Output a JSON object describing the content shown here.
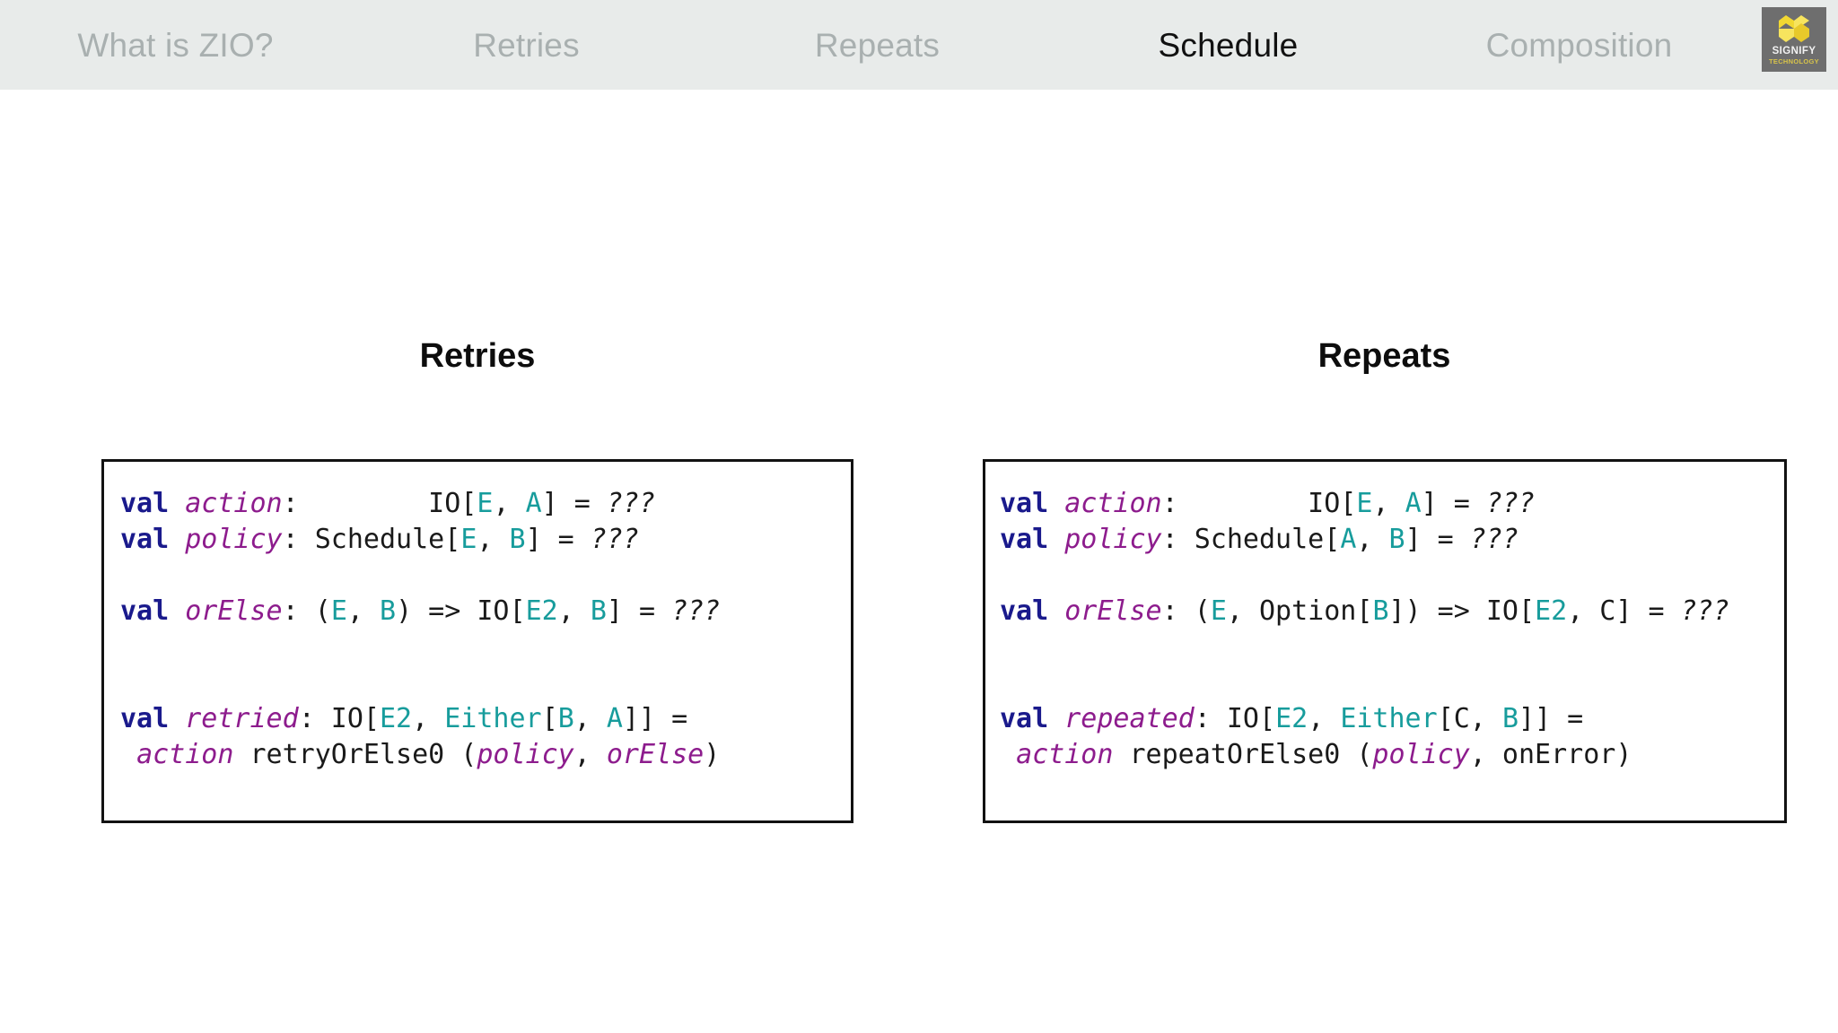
{
  "nav": {
    "items": [
      {
        "label": "What is ZIO?",
        "active": false
      },
      {
        "label": "Retries",
        "active": false
      },
      {
        "label": "Repeats",
        "active": false
      },
      {
        "label": "Schedule",
        "active": true
      },
      {
        "label": "Composition",
        "active": false
      }
    ]
  },
  "logo": {
    "icon": "signify-s-mark-icon",
    "name": "SIGNIFY",
    "subtitle": "TECHNOLOGY",
    "mark_color": "#f2d832",
    "mark_color_dark": "#d6b91e",
    "background": "#6e6e6e"
  },
  "colors": {
    "navbar_bg": "#e8ebea",
    "nav_inactive": "#a9b0b0",
    "nav_active": "#111111",
    "keyword": "#1a1a8c",
    "identifier": "#8d1c8d",
    "type_param": "#179c9c",
    "plain": "#1a1a1a",
    "box_border": "#121212",
    "page_bg": "#ffffff"
  },
  "columns": [
    {
      "heading": "Retries",
      "code_lines": [
        [
          {
            "t": "val",
            "c": "kw"
          },
          {
            "t": " ",
            "c": "pl"
          },
          {
            "t": "action",
            "c": "id"
          },
          {
            "t": ":        IO[",
            "c": "pl"
          },
          {
            "t": "E",
            "c": "tp"
          },
          {
            "t": ", ",
            "c": "pl"
          },
          {
            "t": "A",
            "c": "tp"
          },
          {
            "t": "] = ",
            "c": "pl"
          },
          {
            "t": "???",
            "c": "hole"
          }
        ],
        [
          {
            "t": "val",
            "c": "kw"
          },
          {
            "t": " ",
            "c": "pl"
          },
          {
            "t": "policy",
            "c": "id"
          },
          {
            "t": ": Schedule[",
            "c": "pl"
          },
          {
            "t": "E",
            "c": "tp"
          },
          {
            "t": ", ",
            "c": "pl"
          },
          {
            "t": "B",
            "c": "tp"
          },
          {
            "t": "] = ",
            "c": "pl"
          },
          {
            "t": "???",
            "c": "hole"
          }
        ],
        [],
        [
          {
            "t": "val",
            "c": "kw"
          },
          {
            "t": " ",
            "c": "pl"
          },
          {
            "t": "orElse",
            "c": "id"
          },
          {
            "t": ": (",
            "c": "pl"
          },
          {
            "t": "E",
            "c": "tp"
          },
          {
            "t": ", ",
            "c": "pl"
          },
          {
            "t": "B",
            "c": "tp"
          },
          {
            "t": ") => IO[",
            "c": "pl"
          },
          {
            "t": "E2",
            "c": "tp"
          },
          {
            "t": ", ",
            "c": "pl"
          },
          {
            "t": "B",
            "c": "tp"
          },
          {
            "t": "] = ",
            "c": "pl"
          },
          {
            "t": "???",
            "c": "hole"
          }
        ],
        [],
        [],
        [
          {
            "t": "val",
            "c": "kw"
          },
          {
            "t": " ",
            "c": "pl"
          },
          {
            "t": "retried",
            "c": "id"
          },
          {
            "t": ": IO[",
            "c": "pl"
          },
          {
            "t": "E2",
            "c": "tp"
          },
          {
            "t": ", ",
            "c": "pl"
          },
          {
            "t": "Either",
            "c": "tp"
          },
          {
            "t": "[",
            "c": "pl"
          },
          {
            "t": "B",
            "c": "tp"
          },
          {
            "t": ", ",
            "c": "pl"
          },
          {
            "t": "A",
            "c": "tp"
          },
          {
            "t": "]] =",
            "c": "pl"
          }
        ],
        [
          {
            "t": " ",
            "c": "pl"
          },
          {
            "t": "action",
            "c": "id"
          },
          {
            "t": " retryOrElse0 (",
            "c": "pl"
          },
          {
            "t": "policy",
            "c": "id"
          },
          {
            "t": ", ",
            "c": "pl"
          },
          {
            "t": "orElse",
            "c": "id"
          },
          {
            "t": ")",
            "c": "pl"
          }
        ]
      ]
    },
    {
      "heading": "Repeats",
      "code_lines": [
        [
          {
            "t": "val",
            "c": "kw"
          },
          {
            "t": " ",
            "c": "pl"
          },
          {
            "t": "action",
            "c": "id"
          },
          {
            "t": ":        IO[",
            "c": "pl"
          },
          {
            "t": "E",
            "c": "tp"
          },
          {
            "t": ", ",
            "c": "pl"
          },
          {
            "t": "A",
            "c": "tp"
          },
          {
            "t": "] = ",
            "c": "pl"
          },
          {
            "t": "???",
            "c": "hole"
          }
        ],
        [
          {
            "t": "val",
            "c": "kw"
          },
          {
            "t": " ",
            "c": "pl"
          },
          {
            "t": "policy",
            "c": "id"
          },
          {
            "t": ": Schedule[",
            "c": "pl"
          },
          {
            "t": "A",
            "c": "tp"
          },
          {
            "t": ", ",
            "c": "pl"
          },
          {
            "t": "B",
            "c": "tp"
          },
          {
            "t": "] = ",
            "c": "pl"
          },
          {
            "t": "???",
            "c": "hole"
          }
        ],
        [],
        [
          {
            "t": "val",
            "c": "kw"
          },
          {
            "t": " ",
            "c": "pl"
          },
          {
            "t": "orElse",
            "c": "id"
          },
          {
            "t": ": (",
            "c": "pl"
          },
          {
            "t": "E",
            "c": "tp"
          },
          {
            "t": ", Option[",
            "c": "pl"
          },
          {
            "t": "B",
            "c": "tp"
          },
          {
            "t": "]) => IO[",
            "c": "pl"
          },
          {
            "t": "E2",
            "c": "tp"
          },
          {
            "t": ", C] = ",
            "c": "pl"
          },
          {
            "t": "???",
            "c": "hole"
          }
        ],
        [],
        [],
        [
          {
            "t": "val",
            "c": "kw"
          },
          {
            "t": " ",
            "c": "pl"
          },
          {
            "t": "repeated",
            "c": "id"
          },
          {
            "t": ": IO[",
            "c": "pl"
          },
          {
            "t": "E2",
            "c": "tp"
          },
          {
            "t": ", ",
            "c": "pl"
          },
          {
            "t": "Either",
            "c": "tp"
          },
          {
            "t": "[C, ",
            "c": "pl"
          },
          {
            "t": "B",
            "c": "tp"
          },
          {
            "t": "]] =",
            "c": "pl"
          }
        ],
        [
          {
            "t": " ",
            "c": "pl"
          },
          {
            "t": "action",
            "c": "id"
          },
          {
            "t": " repeatOrElse0 (",
            "c": "pl"
          },
          {
            "t": "policy",
            "c": "id"
          },
          {
            "t": ", onError)",
            "c": "pl"
          }
        ]
      ]
    }
  ]
}
